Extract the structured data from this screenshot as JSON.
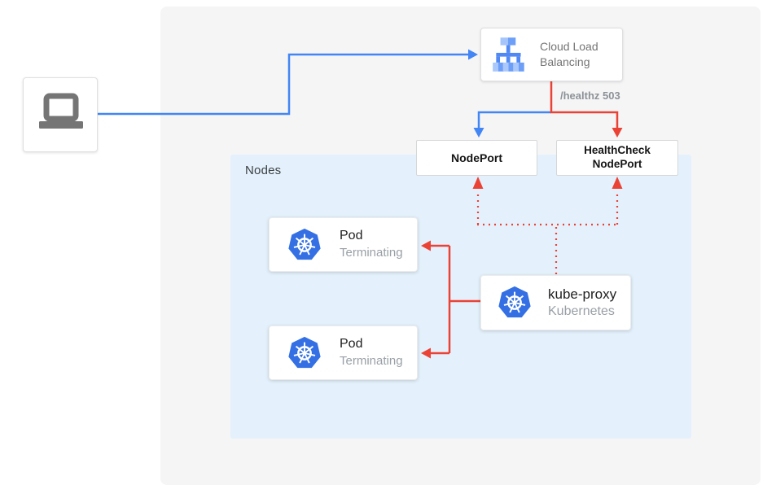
{
  "colors": {
    "traffic_blue": "#4285f4",
    "health_red": "#ea4335",
    "nodes_bg": "#e4f1fc",
    "panel_bg": "#f5f5f6",
    "kubernetes_blue": "#326ce5"
  },
  "client": {
    "icon": "laptop"
  },
  "load_balancer": {
    "label": "Cloud Load Balancing",
    "icon": "cloud-load-balancing"
  },
  "health_check_path": "/healthz 503",
  "ports": {
    "nodeport_label": "NodePort",
    "healthcheck_nodeport_label": "HealthCheck NodePort"
  },
  "nodes_group": {
    "label": "Nodes"
  },
  "pods": [
    {
      "title": "Pod",
      "status": "Terminating",
      "icon": "kubernetes"
    },
    {
      "title": "Pod",
      "status": "Terminating",
      "icon": "kubernetes"
    }
  ],
  "kube_proxy": {
    "title": "kube-proxy",
    "subtitle": "Kubernetes",
    "icon": "kubernetes"
  }
}
